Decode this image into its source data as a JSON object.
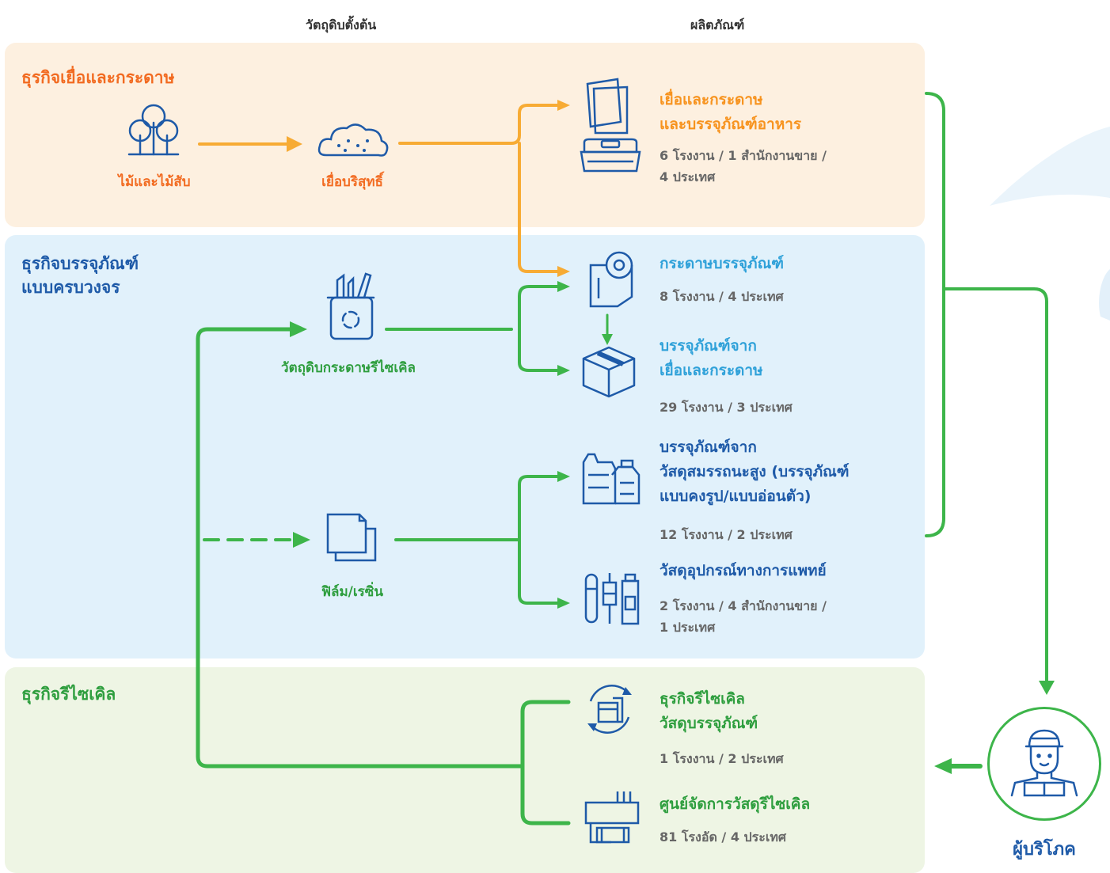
{
  "colors": {
    "orange": "#F26B21",
    "orange_arrow": "#F7AB34",
    "orange_bg": "#FDF0E0",
    "blue_text": "#1E5AA8",
    "blue_light": "#2FA1D9",
    "blue_bg": "#E1F1FB",
    "green": "#3DB54A",
    "green_text": "#2E9E3E",
    "green_bg": "#EEF5E4",
    "gray_text": "#666666"
  },
  "headers": {
    "raw_materials": "วัตถุดิบตั้งต้น",
    "products": "ผลิตภัณฑ์"
  },
  "sections": {
    "pulp": {
      "title": "ธุรกิจเยื่อและกระดาษ"
    },
    "packaging": {
      "title": "ธุรกิจบรรจุภัณฑ์\nแบบครบวงจร"
    },
    "recycling": {
      "title": "ธุรกิจรีไซเคิล"
    }
  },
  "materials": {
    "wood": {
      "label": "ไม้และไม้สับ",
      "icon": "trees-icon"
    },
    "pulp": {
      "label": "เยื่อบริสุทธิ์",
      "icon": "pulp-icon"
    },
    "recycled_paper": {
      "label": "วัตถุดิบกระดาษรีไซเคิล",
      "icon": "recycle-bin-icon"
    },
    "film": {
      "label": "ฟิล์ม/เรซิ่น",
      "icon": "film-sheets-icon"
    }
  },
  "products": {
    "paper_food": {
      "title": "เยื่อและกระดาษ\nและบรรจุภัณฑ์อาหาร",
      "stats": "6 โรงงาน / 1 สำนักงานขาย /\n4 ประเทศ",
      "icon": "paper-food-box-icon"
    },
    "packaging_paper": {
      "title": "กระดาษบรรจุภัณฑ์",
      "stats": "8 โรงงาน / 4 ประเทศ",
      "icon": "paper-roll-icon"
    },
    "fiber_packaging": {
      "title": "บรรจุภัณฑ์จาก\nเยื่อและกระดาษ",
      "stats": "29 โรงงาน / 3 ประเทศ",
      "icon": "carton-box-icon"
    },
    "performance_packaging": {
      "title": "บรรจุภัณฑ์จาก\nวัสดุสมรรถนะสูง (บรรจุภัณฑ์\nแบบคงรูป/แบบอ่อนตัว)",
      "stats": "12 โรงงาน / 2 ประเทศ",
      "icon": "plastic-containers-icon"
    },
    "medical": {
      "title": "วัสดุอุปกรณ์ทางการแพทย์",
      "stats": "2 โรงงาน / 4 สำนักงานขาย /\n1 ประเทศ",
      "icon": "medical-supplies-icon"
    },
    "recycling_business": {
      "title": "ธุรกิจรีไซเคิล\nวัสดุบรรจุภัณฑ์",
      "stats": "1 โรงงาน / 2 ประเทศ",
      "icon": "recycling-packaging-icon"
    },
    "recycling_center": {
      "title": "ศูนย์จัดการวัสดุรีไซเคิล",
      "stats": "81 โรงอัด / 4 ประเทศ",
      "icon": "recycling-factory-icon"
    }
  },
  "consumer": {
    "label": "ผู้บริโภค",
    "icon": "consumer-avatar-icon"
  }
}
